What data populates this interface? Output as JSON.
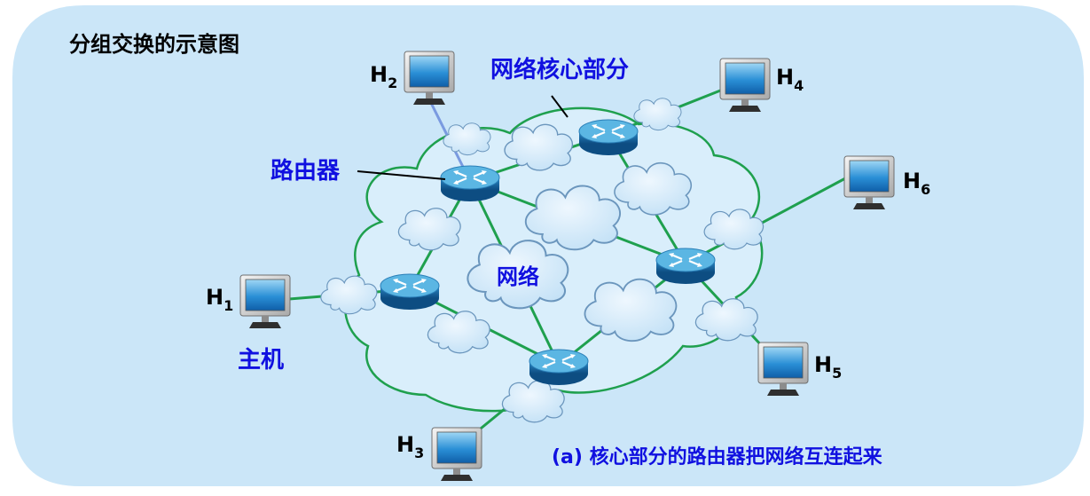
{
  "title": "分组交换的示意图",
  "labels": {
    "core": "网络核心部分",
    "router": "路由器",
    "network": "网络",
    "host": "主机",
    "caption": "(a) 核心部分的路由器把网络互连起来"
  },
  "hosts": [
    {
      "letter": "H",
      "sub": "1"
    },
    {
      "letter": "H",
      "sub": "2"
    },
    {
      "letter": "H",
      "sub": "3"
    },
    {
      "letter": "H",
      "sub": "4"
    },
    {
      "letter": "H",
      "sub": "5"
    },
    {
      "letter": "H",
      "sub": "6"
    }
  ],
  "colors": {
    "panel": "#cbe6f8",
    "cloud": "#d6ebfa",
    "cloud_stroke": "#5f8fb8",
    "link": "#1fa04e",
    "label_blue": "#1010e0",
    "router_top": "#55b3e0",
    "router_body": "#1a6fa8"
  },
  "icons": [
    "router-icon",
    "computer-icon",
    "cloud-icon"
  ]
}
